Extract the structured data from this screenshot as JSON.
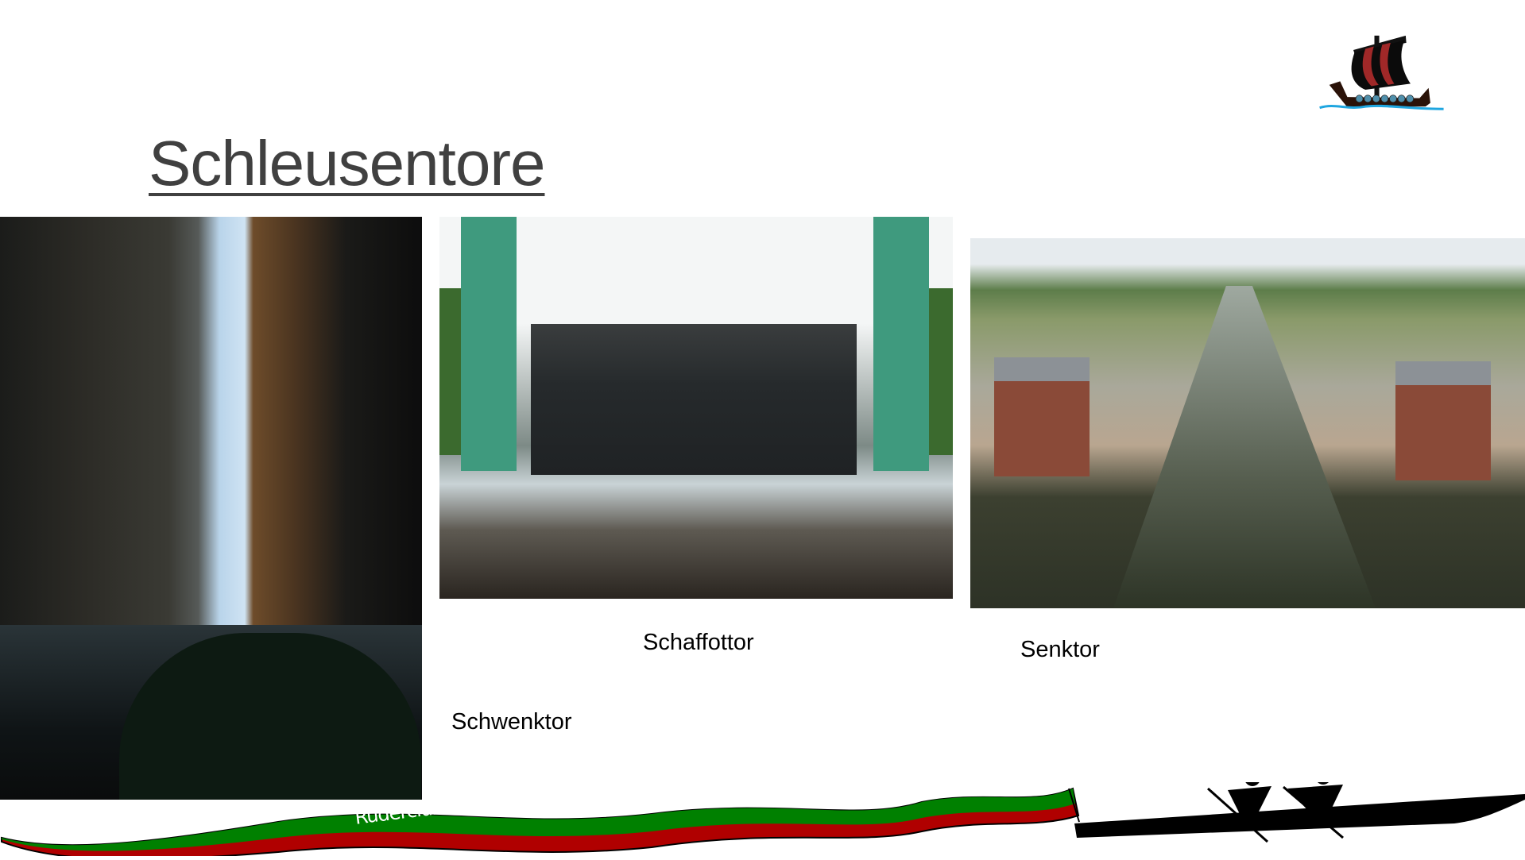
{
  "slide": {
    "title": "Schleusentore",
    "captions": {
      "schaffottor": "Schaffottor",
      "senktor": "Senktor",
      "schwenktor": "Schwenktor"
    },
    "banner_text": "Ruderclub   Kleinmachnow–Stahnsdorf – Teltow  e.V.",
    "colors": {
      "banner_green": "#008000",
      "banner_red": "#b00000",
      "title": "#404040"
    },
    "icons": [
      "viking-ship-logo",
      "rowing-boat-icon"
    ]
  }
}
